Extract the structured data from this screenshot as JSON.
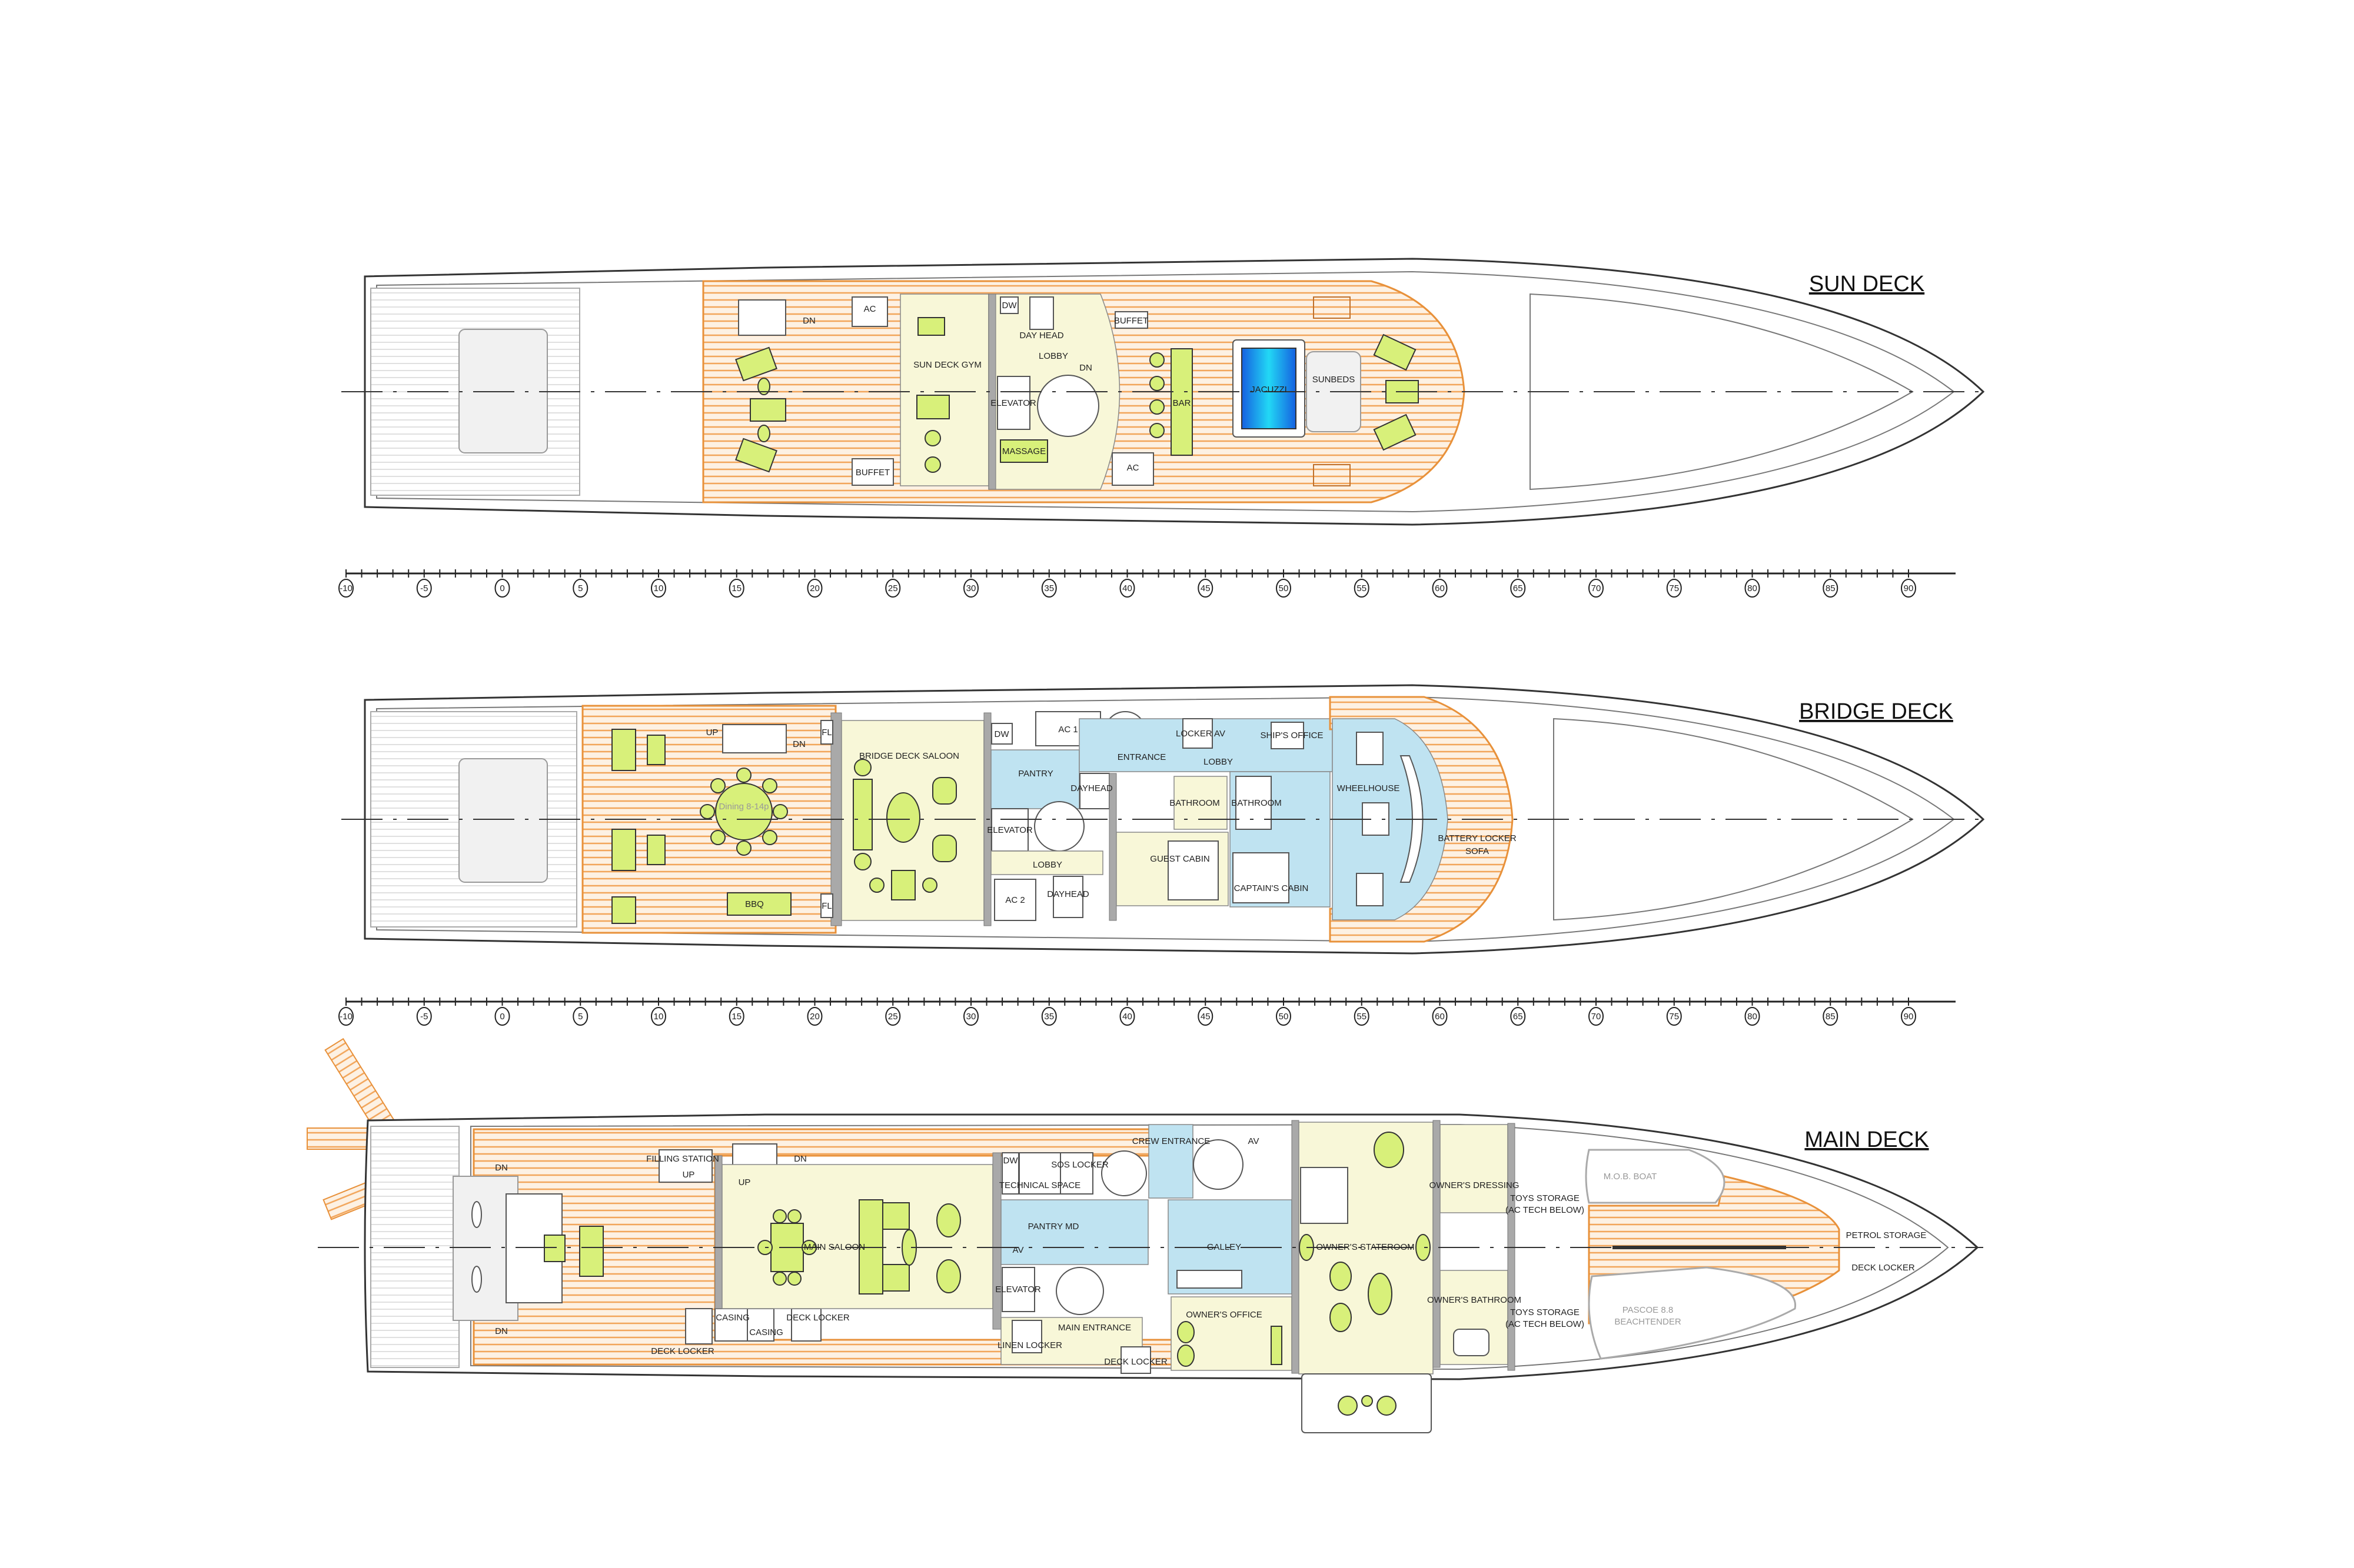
{
  "colors": {
    "teak": "#f2a55a",
    "furniture": "#d8f07a",
    "interior": "#f8f7d8",
    "service": "#bfe3f1",
    "wall": "#a9a9a9",
    "jacuzzi": "#1aa7f0"
  },
  "sun_deck": {
    "title": "SUN DECK",
    "gym": "SUN DECK GYM",
    "lobby": "LOBBY",
    "day_head": "DAY HEAD",
    "dw": "DW",
    "elevator": "ELEVATOR",
    "massage": "MASSAGE",
    "bar": "BAR",
    "jacuzzi": "JACUZZI",
    "sunbeds": "SUNBEDS",
    "buffet_aft": "BUFFET",
    "buffet_fwd": "BUFFET",
    "ac_port": "AC",
    "ac_stbd": "AC",
    "dn_stair": "DN",
    "dn_lobby": "DN"
  },
  "bridge_deck": {
    "title": "BRIDGE DECK",
    "saloon": "BRIDGE DECK SALOON",
    "dining": "Dining 8-14p",
    "bbq": "BBQ",
    "up": "UP",
    "dn": "DN",
    "ac1": "AC 1",
    "ac2": "AC 2",
    "dw": "DW",
    "pantry": "PANTRY",
    "dayhead_1": "DAYHEAD",
    "dayhead_2": "DAYHEAD",
    "entrance": "ENTRANCE",
    "locker_av": "LOCKER AV",
    "lobby_fwd": "LOBBY",
    "lobby_aft": "LOBBY",
    "ships_office": "SHIP'S OFFICE",
    "bathroom_1": "BATHROOM",
    "bathroom_2": "BATHROOM",
    "elevator": "ELEVATOR",
    "guest_cabin": "GUEST CABIN",
    "captains_cabin": "CAPTAIN'S CABIN",
    "wheelhouse": "WHEELHOUSE",
    "battery_locker": "BATTERY LOCKER",
    "sofa": "SOFA",
    "fl_1": "FL",
    "fl_2": "FL"
  },
  "main_deck": {
    "title": "MAIN DECK",
    "filling_station": "FILLING STATION",
    "main_saloon": "MAIN SALOON",
    "technical_space": "TECHNICAL SPACE",
    "sos_locker": "SOS LOCKER",
    "dw": "DW",
    "crew_entrance": "CREW ENTRANCE",
    "av_1": "AV",
    "av_2": "AV",
    "pantry_md": "PANTRY MD",
    "elevator": "ELEVATOR",
    "galley": "GALLEY",
    "owners_stateroom": "OWNER'S STATEROOM",
    "owners_dressing": "OWNER'S DRESSING",
    "owners_bathroom": "OWNER'S BATHROOM",
    "owners_office": "OWNER'S OFFICE",
    "main_entrance": "MAIN ENTRANCE",
    "linen_locker": "LINEN LOCKER",
    "deck_locker_1": "DECK LOCKER",
    "deck_locker_2": "DECK LOCKER",
    "deck_locker_3": "DECK LOCKER",
    "deck_locker_4": "DECK LOCKER",
    "casing_1": "CASING",
    "casing_2": "CASING",
    "toys_1": "TOYS STORAGE",
    "toys_1b": "(AC TECH BELOW)",
    "toys_2": "TOYS STORAGE",
    "toys_2b": "(AC TECH BELOW)",
    "mob_boat": "M.O.B. BOAT",
    "tender_1": "PASCOE 8.8",
    "tender_2": "BEACHTENDER",
    "petrol_storage": "PETROL STORAGE",
    "up": "UP",
    "dn_1": "DN",
    "dn_2": "DN",
    "up_stair": "UP",
    "dn_stair": "DN"
  },
  "rulers": {
    "labels": [
      -10,
      -5,
      0,
      5,
      10,
      15,
      20,
      25,
      30,
      35,
      40,
      45,
      50,
      55,
      60,
      65,
      70,
      75,
      80,
      85,
      90
    ],
    "min": -10,
    "max": 90
  }
}
